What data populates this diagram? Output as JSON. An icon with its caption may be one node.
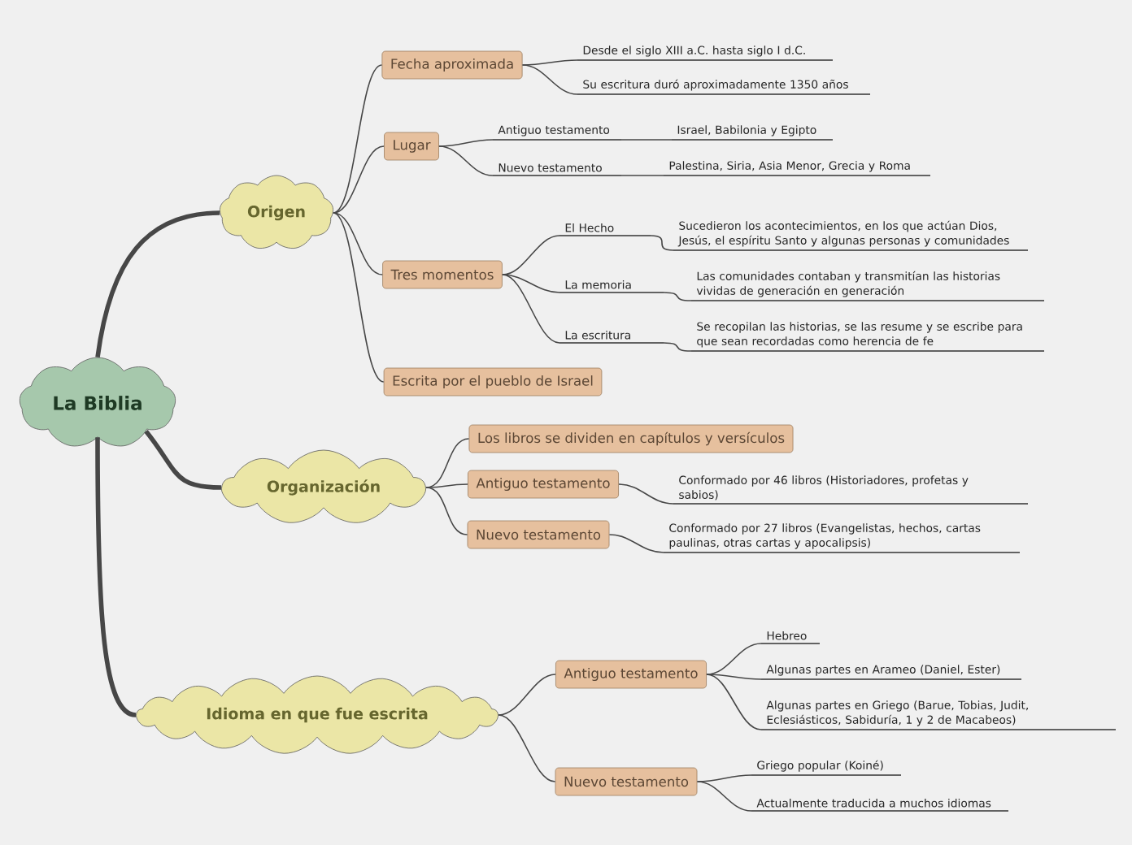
{
  "diagram": {
    "nodes": [
      {
        "text": [
          "La Biblia"
        ]
      },
      {
        "text": [
          "Origen"
        ]
      },
      {
        "text": [
          "Fecha aproximada"
        ]
      },
      {
        "text": [
          "Desde el siglo XIII a.C. hasta siglo I d.C."
        ]
      },
      {
        "text": [
          "Su escritura duró aproximadamente 1350 años"
        ]
      },
      {
        "text": [
          "Lugar"
        ]
      },
      {
        "text": [
          "Antiguo testamento"
        ]
      },
      {
        "text": [
          "Israel, Babilonia y Egipto"
        ]
      },
      {
        "text": [
          "Nuevo testamento"
        ]
      },
      {
        "text": [
          "Palestina, Siria, Asia Menor, Grecia y Roma"
        ]
      },
      {
        "text": [
          "Tres momentos"
        ]
      },
      {
        "text": [
          "El Hecho"
        ]
      },
      {
        "text": [
          "Sucedieron los acontecimientos, en los que actúan Dios, Jesús, el espíritu Santo y algunas personas y comunidades"
        ]
      },
      {
        "text": [
          "La memoria"
        ]
      },
      {
        "text": [
          "Las comunidades contaban y transmitían las historias vividas de generación en generación"
        ]
      },
      {
        "text": [
          "La escritura"
        ]
      },
      {
        "text": [
          "Se recopilan las historias, se las resume y se escribe para que sean recordadas como herencia de fe"
        ]
      },
      {
        "text": [
          "Escrita por el pueblo de Israel"
        ]
      },
      {
        "text": [
          "Organización"
        ]
      },
      {
        "text": [
          "Los libros se dividen en capítulos y versículos"
        ]
      },
      {
        "text": [
          "Antiguo testamento"
        ]
      },
      {
        "text": [
          "Conformado por 46 libros (Historiadores, profetas y sabios)"
        ]
      },
      {
        "text": [
          "Nuevo testamento"
        ]
      },
      {
        "text": [
          "Conformado por 27 libros (Evangelistas, hechos, cartas paulinas, otras cartas y apocalipsis)"
        ]
      },
      {
        "text": [
          "Idioma en que fue escrita"
        ]
      },
      {
        "text": [
          "Antiguo testamento"
        ]
      },
      {
        "text": [
          "Hebreo"
        ]
      },
      {
        "text": [
          "Algunas partes en Arameo (Daniel, Ester)"
        ]
      },
      {
        "text": [
          "Algunas partes en Griego (Barue, Tobias, Judit, Eclesiásticos, Sabiduría, 1 y 2 de Macabeos)"
        ]
      },
      {
        "text": [
          "Nuevo testamento"
        ]
      },
      {
        "text": [
          "Griego popular (Koiné)"
        ]
      },
      {
        "text": [
          "Actualmente traducida a muchos idiomas"
        ]
      }
    ],
    "edges": [
      {
        "from": 0,
        "to": 1,
        "arrow": "none",
        "style": "thick"
      },
      {
        "from": 1,
        "to": 2,
        "arrow": "none"
      },
      {
        "from": 2,
        "to": 3,
        "arrow": "none"
      },
      {
        "from": 2,
        "to": 4,
        "arrow": "none"
      },
      {
        "from": 1,
        "to": 5,
        "arrow": "none"
      },
      {
        "from": 5,
        "to": 6,
        "arrow": "none"
      },
      {
        "from": 6,
        "to": 7,
        "arrow": "none"
      },
      {
        "from": 5,
        "to": 8,
        "arrow": "none"
      },
      {
        "from": 8,
        "to": 9,
        "arrow": "none"
      },
      {
        "from": 1,
        "to": 10,
        "arrow": "none"
      },
      {
        "from": 10,
        "to": 11,
        "arrow": "none"
      },
      {
        "from": 11,
        "to": 12,
        "arrow": "none"
      },
      {
        "from": 10,
        "to": 13,
        "arrow": "none"
      },
      {
        "from": 13,
        "to": 14,
        "arrow": "none"
      },
      {
        "from": 10,
        "to": 15,
        "arrow": "none"
      },
      {
        "from": 15,
        "to": 16,
        "arrow": "none"
      },
      {
        "from": 1,
        "to": 17,
        "arrow": "none"
      },
      {
        "from": 0,
        "to": 18,
        "arrow": "none",
        "style": "thick"
      },
      {
        "from": 18,
        "to": 19,
        "arrow": "none"
      },
      {
        "from": 18,
        "to": 20,
        "arrow": "none"
      },
      {
        "from": 20,
        "to": 21,
        "arrow": "none"
      },
      {
        "from": 18,
        "to": 22,
        "arrow": "none"
      },
      {
        "from": 22,
        "to": 23,
        "arrow": "none"
      },
      {
        "from": 0,
        "to": 24,
        "arrow": "none",
        "style": "thick"
      },
      {
        "from": 24,
        "to": 25,
        "arrow": "none"
      },
      {
        "from": 25,
        "to": 26,
        "arrow": "none"
      },
      {
        "from": 25,
        "to": 27,
        "arrow": "none"
      },
      {
        "from": 25,
        "to": 28,
        "arrow": "none"
      },
      {
        "from": 24,
        "to": 29,
        "arrow": "none"
      },
      {
        "from": 29,
        "to": 30,
        "arrow": "none"
      },
      {
        "from": 29,
        "to": 31,
        "arrow": "none"
      }
    ]
  }
}
